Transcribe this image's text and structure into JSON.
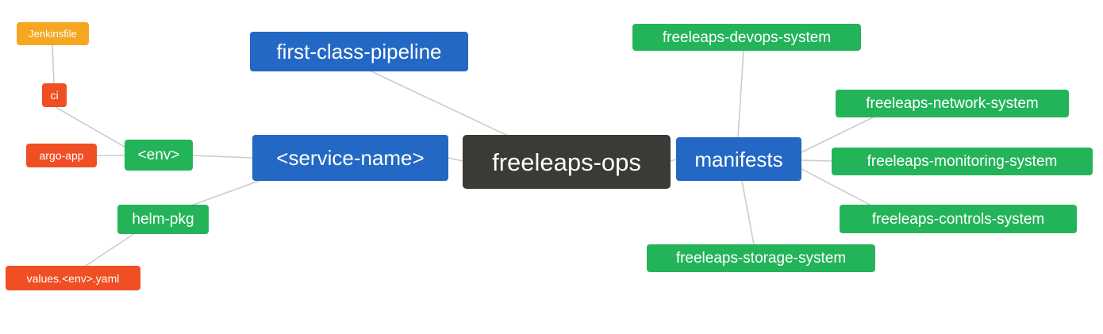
{
  "colors": {
    "blue": "#2368c4",
    "green": "#23b45a",
    "orange": "#f5a623",
    "red": "#f04e23",
    "dark": "#3b3a37",
    "edge": "#cccccc",
    "background": "#ffffff",
    "text": "#ffffff"
  },
  "nodes": [
    {
      "id": "jenkinsfile",
      "label": "Jenkinsfile",
      "color": "orange"
    },
    {
      "id": "ci",
      "label": "ci",
      "color": "red"
    },
    {
      "id": "argo-app",
      "label": "argo-app",
      "color": "red"
    },
    {
      "id": "env",
      "label": "<env>",
      "color": "green"
    },
    {
      "id": "helm-pkg",
      "label": "helm-pkg",
      "color": "green"
    },
    {
      "id": "values-env-yaml",
      "label": "values.<env>.yaml",
      "color": "red"
    },
    {
      "id": "first-class-pipeline",
      "label": "first-class-pipeline",
      "color": "blue"
    },
    {
      "id": "service-name",
      "label": "<service-name>",
      "color": "blue"
    },
    {
      "id": "freeleaps-ops",
      "label": "freeleaps-ops",
      "color": "dark"
    },
    {
      "id": "manifests",
      "label": "manifests",
      "color": "blue"
    },
    {
      "id": "freeleaps-devops-system",
      "label": "freeleaps-devops-system",
      "color": "green"
    },
    {
      "id": "freeleaps-network-system",
      "label": "freeleaps-network-system",
      "color": "green"
    },
    {
      "id": "freeleaps-monitoring-system",
      "label": "freeleaps-monitoring-system",
      "color": "green"
    },
    {
      "id": "freeleaps-controls-system",
      "label": "freeleaps-controls-system",
      "color": "green"
    },
    {
      "id": "freeleaps-storage-system",
      "label": "freeleaps-storage-system",
      "color": "green"
    }
  ],
  "edges": [
    {
      "from": "jenkinsfile",
      "to": "ci"
    },
    {
      "from": "ci",
      "to": "env"
    },
    {
      "from": "argo-app",
      "to": "env"
    },
    {
      "from": "env",
      "to": "service-name"
    },
    {
      "from": "helm-pkg",
      "to": "service-name"
    },
    {
      "from": "values-env-yaml",
      "to": "helm-pkg"
    },
    {
      "from": "service-name",
      "to": "freeleaps-ops"
    },
    {
      "from": "first-class-pipeline",
      "to": "freeleaps-ops"
    },
    {
      "from": "freeleaps-ops",
      "to": "manifests"
    },
    {
      "from": "manifests",
      "to": "freeleaps-devops-system"
    },
    {
      "from": "manifests",
      "to": "freeleaps-network-system"
    },
    {
      "from": "manifests",
      "to": "freeleaps-monitoring-system"
    },
    {
      "from": "manifests",
      "to": "freeleaps-controls-system"
    },
    {
      "from": "manifests",
      "to": "freeleaps-storage-system"
    }
  ]
}
